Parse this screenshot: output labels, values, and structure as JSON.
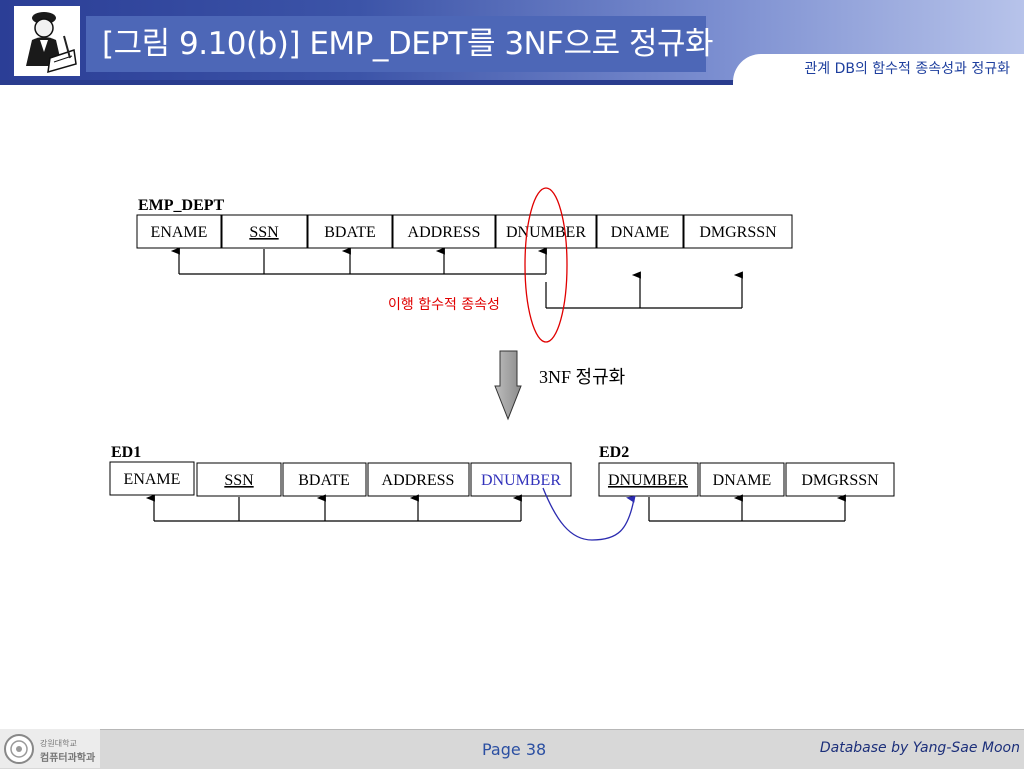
{
  "header": {
    "title": "[그림 9.10(b)] EMP_DEPT를 3NF으로 정규화",
    "subtitle": "관계 DB의 함수적 종속성과 정규화"
  },
  "diagram": {
    "top_relation": {
      "name": "EMP_DEPT",
      "columns": [
        "ENAME",
        "SSN",
        "BDATE",
        "ADDRESS",
        "DNUMBER",
        "DNAME",
        "DMGRSSN"
      ],
      "key_columns": [
        "SSN"
      ]
    },
    "transitive_label": "이행 함수적 종속성",
    "arrow_label": "3NF 정규화",
    "ed1": {
      "name": "ED1",
      "columns": [
        "ENAME",
        "SSN",
        "BDATE",
        "ADDRESS",
        "DNUMBER"
      ],
      "key_columns": [
        "SSN"
      ],
      "foreign_key_color": "#3333bb"
    },
    "ed2": {
      "name": "ED2",
      "columns": [
        "DNUMBER",
        "DNAME",
        "DMGRSSN"
      ],
      "key_columns": [
        "DNUMBER"
      ]
    },
    "highlight_color": "#e00000",
    "reference_color": "#2b2bb0"
  },
  "footer": {
    "logo_text_top": "강원대학교",
    "logo_text_bottom": "컴퓨터과학과",
    "page": "Page 38",
    "credit": "Database by Yang-Sae Moon"
  }
}
